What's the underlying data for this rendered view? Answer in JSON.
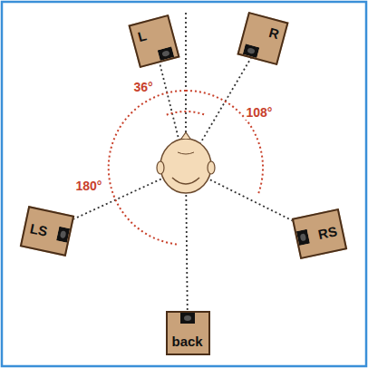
{
  "diagram": {
    "nodes": [
      {
        "text": [
          "L"
        ]
      },
      {
        "text": [
          "R"
        ]
      },
      {
        "text": [
          "LS"
        ]
      },
      {
        "text": [
          "RS"
        ]
      },
      {
        "text": [
          "back"
        ]
      }
    ],
    "labels": [
      "36°",
      "108°",
      "180°"
    ]
  }
}
